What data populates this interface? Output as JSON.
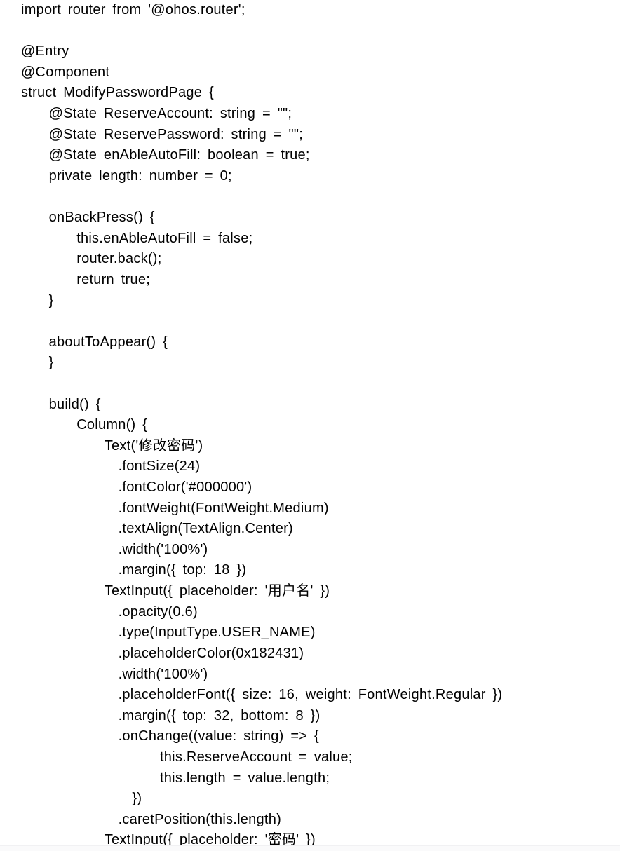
{
  "page": {
    "background_color": "#ffffff",
    "text_color": "#000000",
    "divider_color": "#f1f1f3"
  },
  "code": {
    "lines": [
      {
        "indent": 0,
        "text": "import router from '@ohos.router';"
      },
      {
        "indent": 0,
        "text": ""
      },
      {
        "indent": 0,
        "text": "@Entry"
      },
      {
        "indent": 0,
        "text": "@Component"
      },
      {
        "indent": 0,
        "text": "struct ModifyPasswordPage {"
      },
      {
        "indent": 2,
        "text": "@State ReserveAccount: string = \"\";"
      },
      {
        "indent": 2,
        "text": "@State ReservePassword: string = \"\";"
      },
      {
        "indent": 2,
        "text": "@State enAbleAutoFill: boolean = true;"
      },
      {
        "indent": 2,
        "text": "private length: number = 0;"
      },
      {
        "indent": 0,
        "text": ""
      },
      {
        "indent": 2,
        "text": "onBackPress() {"
      },
      {
        "indent": 4,
        "text": "this.enAbleAutoFill = false;"
      },
      {
        "indent": 4,
        "text": "router.back();"
      },
      {
        "indent": 4,
        "text": "return true;"
      },
      {
        "indent": 2,
        "text": "}"
      },
      {
        "indent": 0,
        "text": ""
      },
      {
        "indent": 2,
        "text": "aboutToAppear() {"
      },
      {
        "indent": 2,
        "text": "}"
      },
      {
        "indent": 0,
        "text": ""
      },
      {
        "indent": 2,
        "text": "build() {"
      },
      {
        "indent": 4,
        "text": "Column() {"
      },
      {
        "indent": 6,
        "text": "Text('修改密码')"
      },
      {
        "indent": 7,
        "text": ".fontSize(24)"
      },
      {
        "indent": 7,
        "text": ".fontColor('#000000')"
      },
      {
        "indent": 7,
        "text": ".fontWeight(FontWeight.Medium)"
      },
      {
        "indent": 7,
        "text": ".textAlign(TextAlign.Center)"
      },
      {
        "indent": 7,
        "text": ".width('100%')"
      },
      {
        "indent": 7,
        "text": ".margin({ top: 18 })"
      },
      {
        "indent": 6,
        "text": "TextInput({ placeholder: '用户名' })"
      },
      {
        "indent": 7,
        "text": ".opacity(0.6)"
      },
      {
        "indent": 7,
        "text": ".type(InputType.USER_NAME)"
      },
      {
        "indent": 7,
        "text": ".placeholderColor(0x182431)"
      },
      {
        "indent": 7,
        "text": ".width('100%')"
      },
      {
        "indent": 7,
        "text": ".placeholderFont({ size: 16, weight: FontWeight.Regular })"
      },
      {
        "indent": 7,
        "text": ".margin({ top: 32, bottom: 8 })"
      },
      {
        "indent": 7,
        "text": ".onChange((value: string) => {"
      },
      {
        "indent": 10,
        "text": "this.ReserveAccount = value;"
      },
      {
        "indent": 10,
        "text": "this.length = value.length;"
      },
      {
        "indent": 8,
        "text": "})"
      },
      {
        "indent": 7,
        "text": ".caretPosition(this.length)"
      },
      {
        "indent": 6,
        "text": "TextInput({ placeholder: '密码' })"
      }
    ]
  }
}
